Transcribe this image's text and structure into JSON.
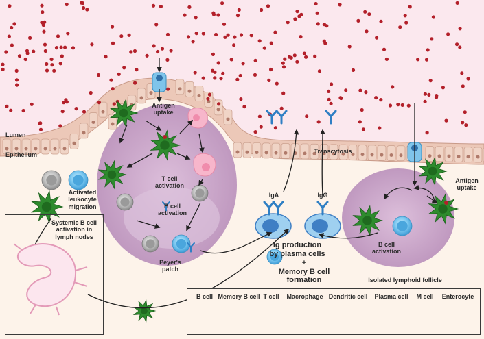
{
  "labels": {
    "lumen": "Lumen",
    "epithelium": "Epithelium",
    "antigen_uptake_left": "Antigen\nuptake",
    "antigen_uptake_right": "Antigen\nuptake",
    "t_cell_activation": "T cell\nactivation",
    "b_cell_activation_pp": "B cell\nactivation",
    "b_cell_activation_ilf": "B cell\nactivation",
    "peyers_patch": "Peyer's\npatch",
    "transcytosis": "Transcytosis",
    "iga": "IgA",
    "igg": "IgG",
    "ig_production": "Ig production\nby plasma cells",
    "memory_formation": "+\nMemory B cell\nformation",
    "activated_leukocyte": "Activated\nleukocyte\nmigration",
    "systemic_activation": "Systemic B cell\nactivation in\nlymph nodes",
    "isolated_follicle": "Isolated lymphoid follicle"
  },
  "legend": {
    "items": [
      {
        "label": "B cell",
        "icon": "b-cell-icon"
      },
      {
        "label": "Memory B cell",
        "icon": "memory-b-cell-icon"
      },
      {
        "label": "T cell",
        "icon": "t-cell-icon"
      },
      {
        "label": "Macrophage",
        "icon": "macrophage-icon"
      },
      {
        "label": "Dendritic cell",
        "icon": "dendritic-cell-icon"
      },
      {
        "label": "Plasma cell",
        "icon": "plasma-cell-icon"
      },
      {
        "label": "M cell",
        "icon": "m-cell-icon"
      },
      {
        "label": "Enterocyte",
        "icon": "enterocyte-icon"
      }
    ]
  },
  "colors": {
    "lumen_bg": "#fbe8ee",
    "antigen": "#b3202a",
    "follicle": "#c9a3c9",
    "b_cell": "#5ab4e5",
    "t_cell": "#a8a8a8",
    "dendritic": "#2e8b2e",
    "macrophage": "#f4a6c0",
    "plasma": "#3f7fc4",
    "epithelium": "#e9c6b6"
  }
}
